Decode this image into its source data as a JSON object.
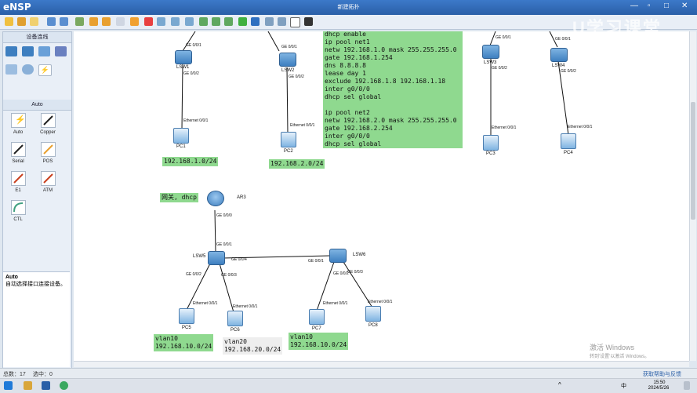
{
  "app": {
    "name": "eNSP",
    "window_title": "新建拓扑"
  },
  "watermark": "U学习课堂",
  "windows_activation": {
    "line1": "激活 Windows",
    "line2": "转到'设置'以激活 Windows。"
  },
  "left_panel": {
    "section1_title": "设备连线",
    "section2_title": "Auto",
    "cables": [
      {
        "label": "Auto"
      },
      {
        "label": "Copper"
      },
      {
        "label": "Serial"
      },
      {
        "label": "POS"
      },
      {
        "label": "E1"
      },
      {
        "label": "ATM"
      },
      {
        "label": "CTL"
      }
    ],
    "description": {
      "title": "Auto",
      "text": "自动选择接口连接设备。"
    }
  },
  "devices": {
    "lsw1": "LSW1",
    "lsw2": "LSW2",
    "lsw3": "LSW3",
    "lsw4": "LSW4",
    "lsw5": "LSW5",
    "lsw6": "LSW6",
    "ar3": "AR3",
    "pc1": "PC1",
    "pc2": "PC2",
    "pc3": "PC3",
    "pc4": "PC4",
    "pc5": "PC5",
    "pc6": "PC6",
    "pc7": "PC7",
    "pc8": "PC8"
  },
  "ports": {
    "ge001": "GE 0/0/1",
    "ge002": "GE 0/0/2",
    "ge003": "GE 0/0/3",
    "ge004": "GE 0/0/4",
    "ge000": "GE 0/0/0",
    "eth001": "Ethernet 0/0/1"
  },
  "notes": {
    "dhcp_config": "dhcp enable\nip pool net1\nnetw 192.168.1.0 mask 255.255.255.0\ngate 192.168.1.254\ndns 8.8.8.8\nlease day 1\nexclude 192.168.1.8 192.168.1.18\ninter g0/0/0\ndhcp sel global\n\nip pool net2\nnetw 192.168.2.0 mask 255.255.255.0\ngate 192.168.2.254\ninter g0/0/0\ndhcp sel global",
    "net1": "192.168.1.0/24",
    "net2": "192.168.2.0/24",
    "gateway": "网关, dhcp",
    "pc5_net": "vlan10\n192.168.10.0/24",
    "pc6_net": "vlan20\n192.168.20.0/24",
    "pc7_net": "vlan10\n192.168.10.0/24"
  },
  "status": {
    "total": "总数：17",
    "selected": "选中：0",
    "help": "获取帮助与反馈"
  },
  "taskbar": {
    "time": "15:50",
    "date": "2024/5/26",
    "ime": "中"
  },
  "colors": {
    "note_green": "#8fd98f",
    "title_blue": "#2a5fa7"
  }
}
